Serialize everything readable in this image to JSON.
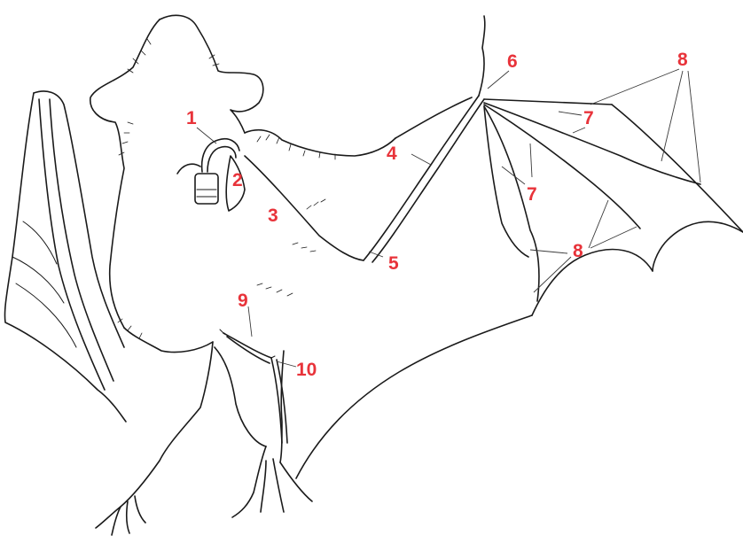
{
  "colors": {
    "label": "#e8333a",
    "ink": "#1a1a1a",
    "background": "#ffffff"
  },
  "labels": [
    "1",
    "2",
    "3",
    "4",
    "5",
    "6",
    "7",
    "7",
    "8",
    "8",
    "9",
    "10"
  ]
}
